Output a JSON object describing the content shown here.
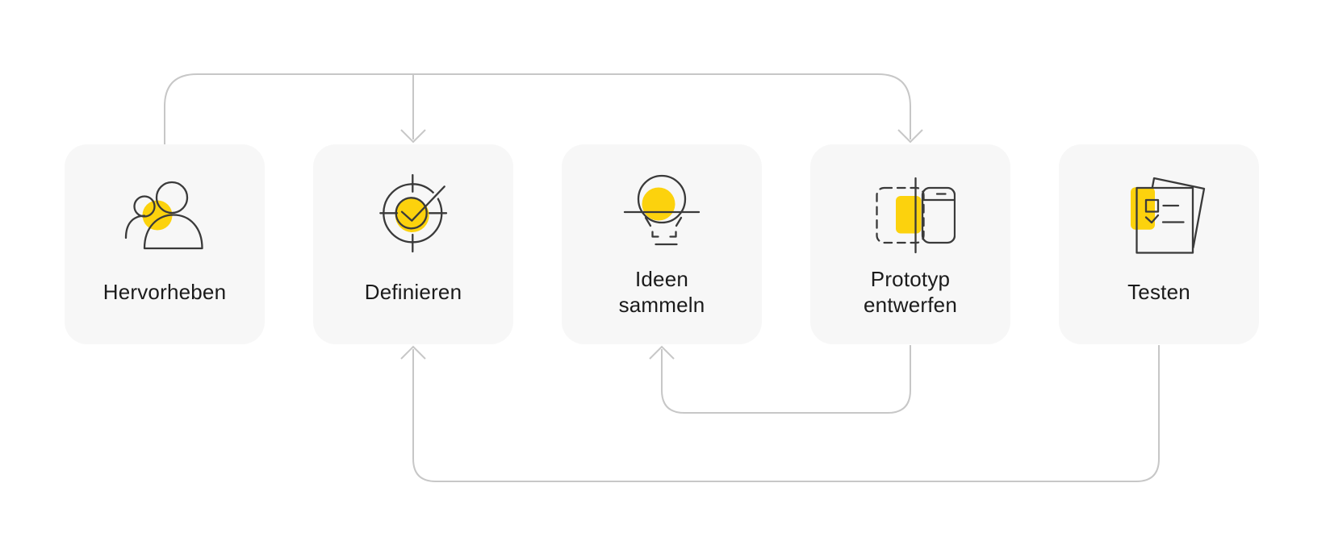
{
  "theme": {
    "background": "#ffffff",
    "card_bg": "#f7f7f7",
    "accent_yellow": "#fcd20d",
    "icon_stroke": "#3a3a3a",
    "connector_gray": "#c7c7c7",
    "label_color": "#1b1b1b"
  },
  "diagram": {
    "type": "process-flow",
    "steps": [
      {
        "label": "Hervorheben",
        "lines": [
          "Hervorheben"
        ],
        "icon": "people-icon"
      },
      {
        "label": "Definieren",
        "lines": [
          "Definieren"
        ],
        "icon": "target-check-icon"
      },
      {
        "label": "Ideen sammeln",
        "lines": [
          "Ideen",
          "sammeln"
        ],
        "icon": "lightbulb-icon"
      },
      {
        "label": "Prototyp entwerfen",
        "lines": [
          "Prototyp",
          "entwerfen"
        ],
        "icon": "prototype-screens-icon"
      },
      {
        "label": "Testen",
        "lines": [
          "Testen"
        ],
        "icon": "checklist-pages-icon"
      }
    ],
    "connectors": [
      {
        "from": "Hervorheben",
        "to": "Definieren",
        "route": "over-top",
        "arrow": "down-into-target"
      },
      {
        "from": "Hervorheben",
        "to": "Prototyp entwerfen",
        "route": "over-top",
        "arrow": "down-into-target"
      },
      {
        "from": "Prototyp entwerfen",
        "to": "Ideen sammeln",
        "route": "under-bottom",
        "arrow": "up-into-target"
      },
      {
        "from": "Testen",
        "to": "Definieren",
        "route": "under-bottom",
        "arrow": "up-into-target"
      }
    ]
  }
}
